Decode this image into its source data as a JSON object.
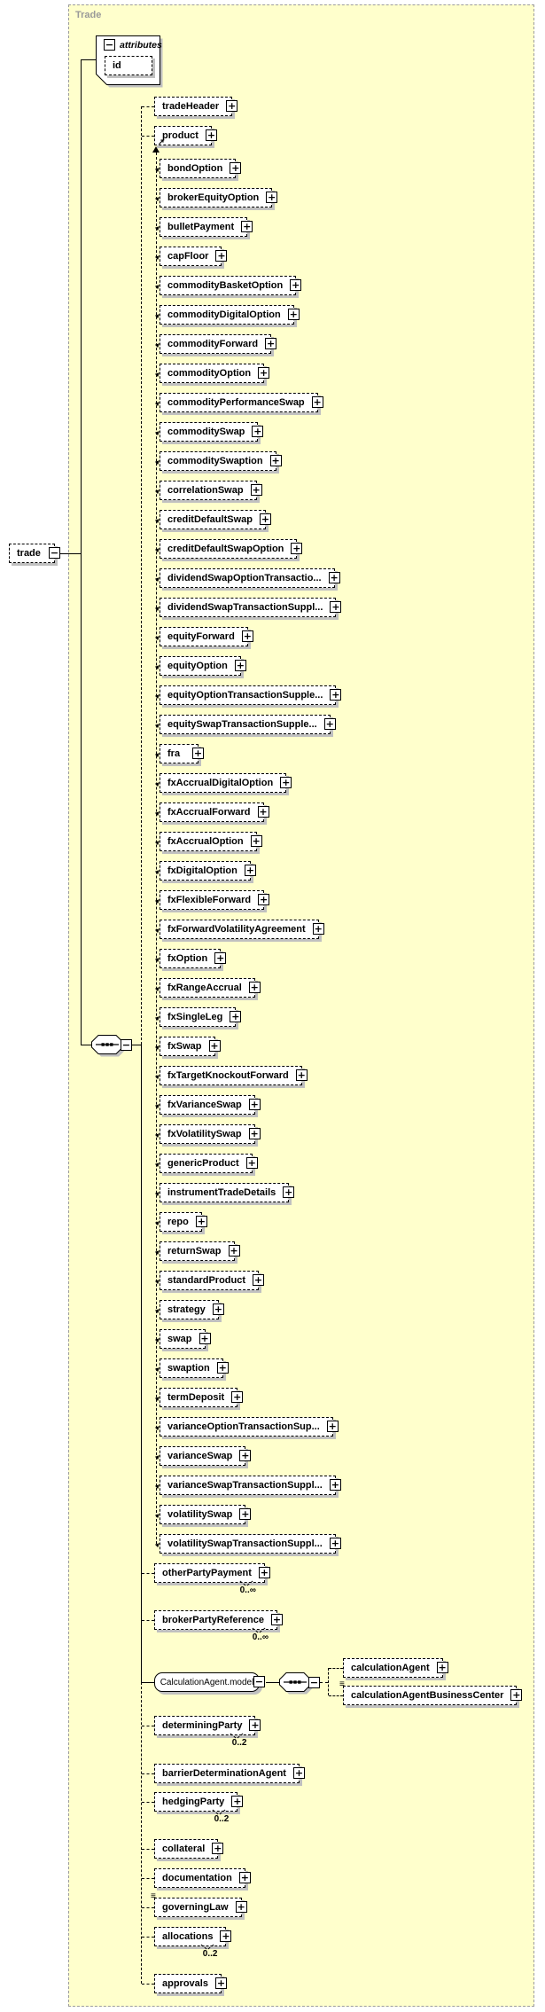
{
  "diagram": {
    "title": "Trade",
    "trade_element": "trade",
    "attributes_section": {
      "label": "attributes",
      "attributes": [
        "id"
      ]
    },
    "sequence_children": [
      {
        "label": "tradeHeader"
      },
      {
        "label": "product",
        "substitution_head": true
      },
      {
        "label": "otherPartyPayment",
        "cardinality": "0..∞"
      },
      {
        "label": "brokerPartyReference",
        "cardinality": "0..∞"
      },
      {
        "label": "CalculationAgent.model",
        "group": true,
        "required": true
      },
      {
        "label": "determiningParty",
        "cardinality": "0..2"
      },
      {
        "label": "barrierDeterminationAgent"
      },
      {
        "label": "hedgingParty",
        "cardinality": "0..2"
      },
      {
        "label": "collateral"
      },
      {
        "label": "documentation"
      },
      {
        "label": "governingLaw",
        "list_marker": true
      },
      {
        "label": "allocations",
        "cardinality": "0..2"
      },
      {
        "label": "approvals"
      }
    ],
    "product_substitutions": [
      "bondOption",
      "brokerEquityOption",
      "bulletPayment",
      "capFloor",
      "commodityBasketOption",
      "commodityDigitalOption",
      "commodityForward",
      "commodityOption",
      "commodityPerformanceSwap",
      "commoditySwap",
      "commoditySwaption",
      "correlationSwap",
      "creditDefaultSwap",
      "creditDefaultSwapOption",
      "dividendSwapOptionTransactio...",
      "dividendSwapTransactionSuppl...",
      "equityForward",
      "equityOption",
      "equityOptionTransactionSupple...",
      "equitySwapTransactionSupple...",
      "fra",
      "fxAccrualDigitalOption",
      "fxAccrualForward",
      "fxAccrualOption",
      "fxDigitalOption",
      "fxFlexibleForward",
      "fxForwardVolatilityAgreement",
      "fxOption",
      "fxRangeAccrual",
      "fxSingleLeg",
      "fxSwap",
      "fxTargetKnockoutForward",
      "fxVarianceSwap",
      "fxVolatilitySwap",
      "genericProduct",
      "instrumentTradeDetails",
      "repo",
      "returnSwap",
      "standardProduct",
      "strategy",
      "swap",
      "swaption",
      "termDeposit",
      "varianceOptionTransactionSup...",
      "varianceSwap",
      "varianceSwapTransactionSuppl...",
      "volatilitySwap",
      "volatilitySwapTransactionSuppl..."
    ],
    "calculation_agent_group_children": [
      {
        "label": "calculationAgent"
      },
      {
        "label": "calculationAgentBusinessCenter",
        "list_marker": true
      }
    ],
    "icons": {
      "expand": "+",
      "collapse": "−",
      "sequence": "dotted-sequence",
      "substitution_arrow": "↗",
      "list_indicator": "≡",
      "up_arrow": "▲"
    },
    "colors": {
      "container_background": "#ffffcc",
      "box_fill": "#ffffff",
      "box_shadow": "#c0c0c0",
      "container_border": "#9c9c9c",
      "line": "#000000",
      "muted_label": "#999999"
    }
  }
}
